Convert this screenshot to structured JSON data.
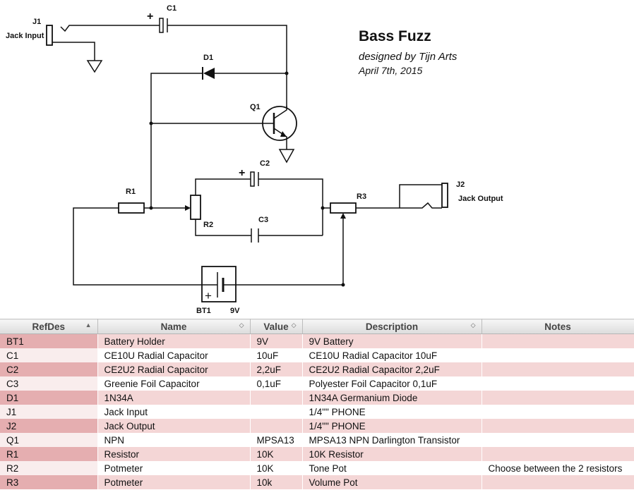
{
  "diagram": {
    "title": "Bass Fuzz",
    "designer": "designed by Tijn Arts",
    "date": "April 7th, 2015",
    "labels": {
      "j1": "J1",
      "j1_desc": "Jack Input",
      "c1": "C1",
      "d1": "D1",
      "q1": "Q1",
      "c2": "C2",
      "c3": "C3",
      "r1": "R1",
      "r2": "R2",
      "r3": "R3",
      "j2": "J2",
      "j2_desc": "Jack Output",
      "bt1": "BT1",
      "bt1_value": "9V",
      "plus": "+"
    }
  },
  "bom": {
    "columns": [
      {
        "label": "RefDes",
        "sort": "▲"
      },
      {
        "label": "Name",
        "sort": "◇"
      },
      {
        "label": "Value",
        "sort": "◇"
      },
      {
        "label": "Description",
        "sort": "◇"
      },
      {
        "label": "Notes",
        "sort": ""
      }
    ],
    "rows": [
      {
        "ref": "BT1",
        "name": "Battery Holder",
        "value": "9V",
        "desc": "9V Battery",
        "notes": ""
      },
      {
        "ref": "C1",
        "name": "CE10U Radial Capacitor",
        "value": "10uF",
        "desc": "CE10U Radial Capacitor 10uF",
        "notes": ""
      },
      {
        "ref": "C2",
        "name": "CE2U2 Radial Capacitor",
        "value": "2,2uF",
        "desc": "CE2U2 Radial Capacitor 2,2uF",
        "notes": ""
      },
      {
        "ref": "C3",
        "name": "Greenie Foil Capacitor",
        "value": "0,1uF",
        "desc": "Polyester Foil Capacitor 0,1uF",
        "notes": ""
      },
      {
        "ref": "D1",
        "name": "1N34A",
        "value": "",
        "desc": "1N34A Germanium Diode",
        "notes": ""
      },
      {
        "ref": "J1",
        "name": "Jack Input",
        "value": "",
        "desc": "1/4\"\" PHONE",
        "notes": ""
      },
      {
        "ref": "J2",
        "name": "Jack Output",
        "value": "",
        "desc": "1/4\"\" PHONE",
        "notes": ""
      },
      {
        "ref": "Q1",
        "name": "NPN",
        "value": "MPSA13",
        "desc": "MPSA13 NPN Darlington Transistor",
        "notes": ""
      },
      {
        "ref": "R1",
        "name": "Resistor",
        "value": "10K",
        "desc": "10K Resistor",
        "notes": ""
      },
      {
        "ref": "R2",
        "name": "Potmeter",
        "value": "10K",
        "desc": "Tone Pot",
        "notes": "Choose between the 2 resistors"
      },
      {
        "ref": "R3",
        "name": "Potmeter",
        "value": "10k",
        "desc": "Volume Pot",
        "notes": ""
      }
    ]
  }
}
